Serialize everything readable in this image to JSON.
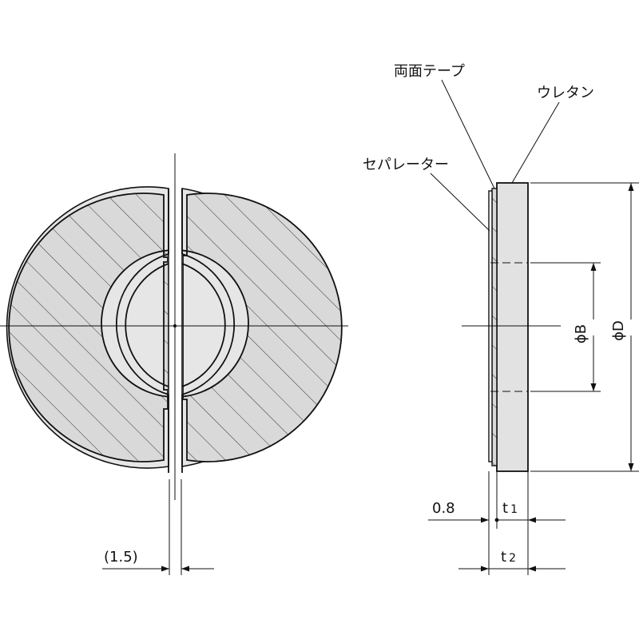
{
  "labels": {
    "tape": "両面テープ",
    "urethane": "ウレタン",
    "separator": "セパレーター",
    "gap": "(1.5)",
    "sep_thickness": "0.8",
    "t1_letter": "t",
    "t1_sub": "1",
    "t2_letter": "t",
    "t2_sub": "2",
    "phi_b": "ϕB",
    "phi_d": "ϕD"
  },
  "colors": {
    "line": "#111111",
    "body_fill": "#d9d9d9",
    "hatch": "#333333",
    "background": "#ffffff"
  }
}
